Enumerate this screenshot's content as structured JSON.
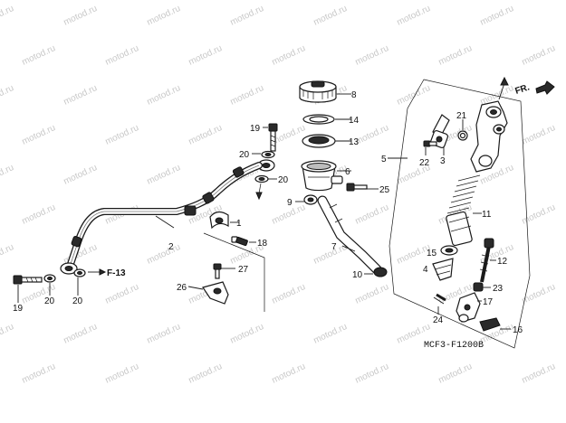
{
  "watermark": {
    "text": "motod.ru",
    "color": "#c9c9c9"
  },
  "diagram_code": "MCF3-F1200B",
  "direction_marker": "FR.",
  "reference_arrow": "F-13",
  "part_labels": {
    "p1": "1",
    "p2": "2",
    "p3": "3",
    "p4": "4",
    "p5": "5",
    "p6": "6",
    "p7": "7",
    "p8": "8",
    "p9": "9",
    "p10": "10",
    "p11": "11",
    "p12": "12",
    "p13": "13",
    "p14": "14",
    "p15": "15",
    "p16": "16",
    "p17": "17",
    "p18": "18",
    "p19a": "19",
    "p19b": "19",
    "p20a": "20",
    "p20b": "20",
    "p20c": "20",
    "p20d": "20",
    "p21": "21",
    "p22": "22",
    "p23": "23",
    "p24": "24",
    "p25": "25",
    "p26": "26",
    "p27": "27"
  }
}
